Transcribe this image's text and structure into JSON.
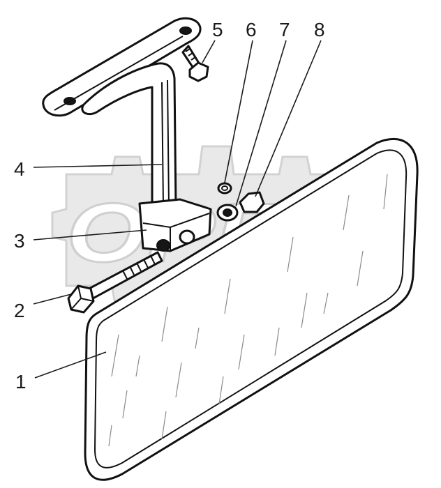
{
  "callouts": {
    "c1": "1",
    "c2": "2",
    "c3": "3",
    "c4": "4",
    "c5": "5",
    "c6": "6",
    "c7": "7",
    "c8": "8"
  },
  "watermark_text": "OPEX",
  "colors": {
    "ink": "#111111",
    "watermark": "#e9e9e9",
    "background": "#ffffff"
  }
}
